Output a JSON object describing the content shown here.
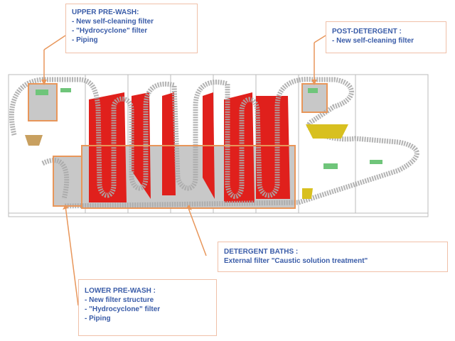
{
  "upper_prewash": {
    "title": "UPPER PRE-WASH:",
    "items": [
      "- New self-cleaning filter",
      "- \"Hydrocyclone\" filter",
      "- Piping"
    ]
  },
  "post_detergent": {
    "title": "POST-DETERGENT :",
    "items": [
      "- New self-cleaning filter"
    ]
  },
  "detergent_baths": {
    "title": "DETERGENT BATHS :",
    "items": [
      "External filter \"Caustic solution treatment\""
    ]
  },
  "lower_prewash": {
    "title": "LOWER PRE-WASH :",
    "items": [
      "- New filter structure",
      "- \"Hydrocyclone\" filter",
      "- Piping"
    ]
  },
  "colors": {
    "highlight": "#e8965a",
    "bath": "#e0201c",
    "text": "#3a5ca8"
  }
}
